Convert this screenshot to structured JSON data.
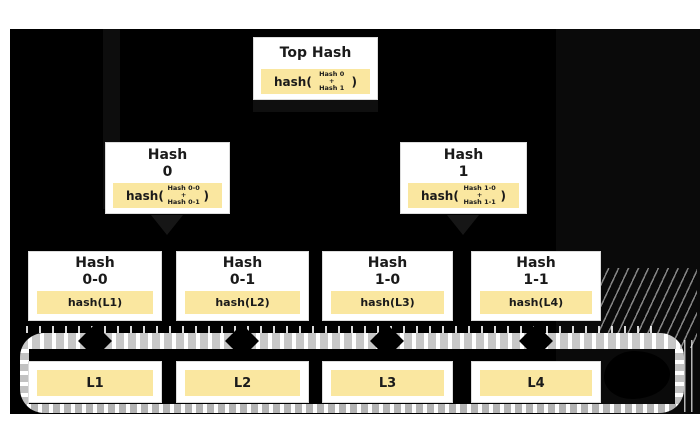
{
  "colors": {
    "canvas": "#000000",
    "node_fill": "#FFFFFF",
    "highlight_fill": "#FAE7A0",
    "dash_gray": "#C7C7C7",
    "text": "#1A1A1A"
  },
  "root": {
    "title": "Top Hash",
    "fn_open": "hash(",
    "arg1": "Hash 0",
    "plus": "+",
    "arg2": "Hash 1",
    "fn_close": ")"
  },
  "level1": [
    {
      "title1": "Hash",
      "title2": "0",
      "fn_open": "hash(",
      "arg1": "Hash 0-0",
      "plus": "+",
      "arg2": "Hash 0-1",
      "fn_close": ")"
    },
    {
      "title1": "Hash",
      "title2": "1",
      "fn_open": "hash(",
      "arg1": "Hash 1-0",
      "plus": "+",
      "arg2": "Hash 1-1",
      "fn_close": ")"
    }
  ],
  "level2": [
    {
      "title1": "Hash",
      "title2": "0-0",
      "value": "hash(L1)"
    },
    {
      "title1": "Hash",
      "title2": "0-1",
      "value": "hash(L2)"
    },
    {
      "title1": "Hash",
      "title2": "1-0",
      "value": "hash(L3)"
    },
    {
      "title1": "Hash",
      "title2": "1-1",
      "value": "hash(L4)"
    }
  ],
  "blocks": [
    {
      "label": "L1"
    },
    {
      "label": "L2"
    },
    {
      "label": "L3"
    },
    {
      "label": "L4"
    }
  ]
}
